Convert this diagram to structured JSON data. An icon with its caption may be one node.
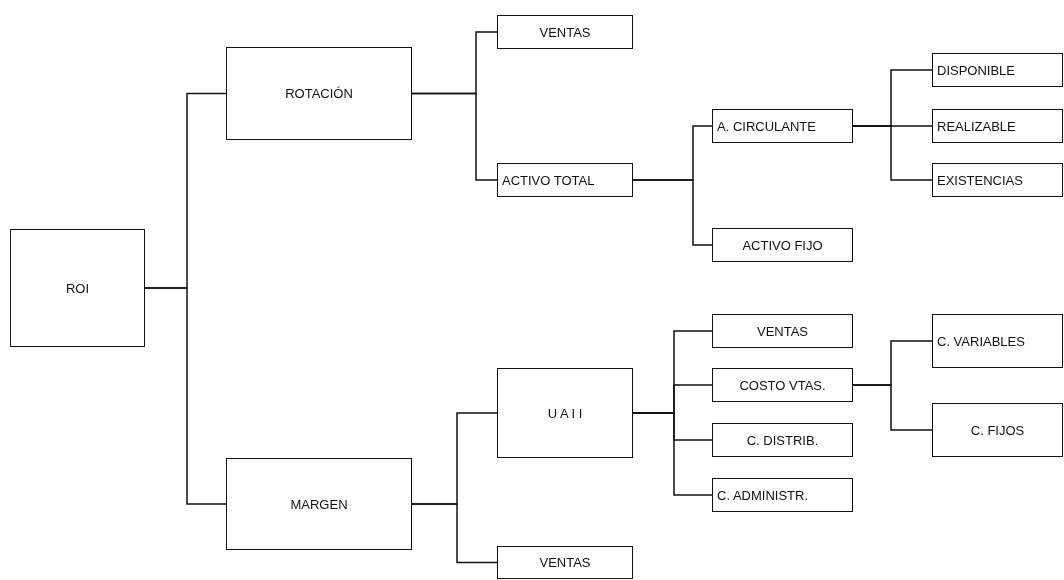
{
  "diagram": {
    "nodes": [
      {
        "text": [
          "ROI"
        ]
      },
      {
        "text": [
          "ROTACIÓN"
        ]
      },
      {
        "text": [
          "VENTAS"
        ]
      },
      {
        "text": [
          "ACTIVO TOTAL"
        ]
      },
      {
        "text": [
          "A. CIRCULANTE"
        ]
      },
      {
        "text": [
          "DISPONIBLE"
        ]
      },
      {
        "text": [
          "REALIZABLE"
        ]
      },
      {
        "text": [
          "EXISTENCIAS"
        ]
      },
      {
        "text": [
          "ACTIVO FIJO"
        ]
      },
      {
        "text": [
          "MARGEN"
        ]
      },
      {
        "text": [
          "U A I I"
        ]
      },
      {
        "text": [
          "VENTAS"
        ]
      },
      {
        "text": [
          "COSTO VTAS."
        ]
      },
      {
        "text": [
          "C. VARIABLES"
        ]
      },
      {
        "text": [
          "C. FIJOS"
        ]
      },
      {
        "text": [
          "C. DISTRIB."
        ]
      },
      {
        "text": [
          "C. ADMINISTR."
        ]
      },
      {
        "text": [
          "VENTAS"
        ]
      }
    ],
    "edges": [
      {
        "from": 0,
        "to": 1,
        "arrow": "none"
      },
      {
        "from": 0,
        "to": 9,
        "arrow": "none"
      },
      {
        "from": 1,
        "to": 2,
        "arrow": "none"
      },
      {
        "from": 1,
        "to": 3,
        "arrow": "none"
      },
      {
        "from": 3,
        "to": 4,
        "arrow": "none"
      },
      {
        "from": 3,
        "to": 8,
        "arrow": "none"
      },
      {
        "from": 4,
        "to": 5,
        "arrow": "none"
      },
      {
        "from": 4,
        "to": 6,
        "arrow": "none"
      },
      {
        "from": 4,
        "to": 7,
        "arrow": "none"
      },
      {
        "from": 9,
        "to": 10,
        "arrow": "none"
      },
      {
        "from": 9,
        "to": 17,
        "arrow": "none"
      },
      {
        "from": 10,
        "to": 11,
        "arrow": "none"
      },
      {
        "from": 10,
        "to": 12,
        "arrow": "none"
      },
      {
        "from": 10,
        "to": 15,
        "arrow": "none"
      },
      {
        "from": 10,
        "to": 16,
        "arrow": "none"
      },
      {
        "from": 12,
        "to": 13,
        "arrow": "none"
      },
      {
        "from": 12,
        "to": 14,
        "arrow": "none"
      }
    ]
  }
}
